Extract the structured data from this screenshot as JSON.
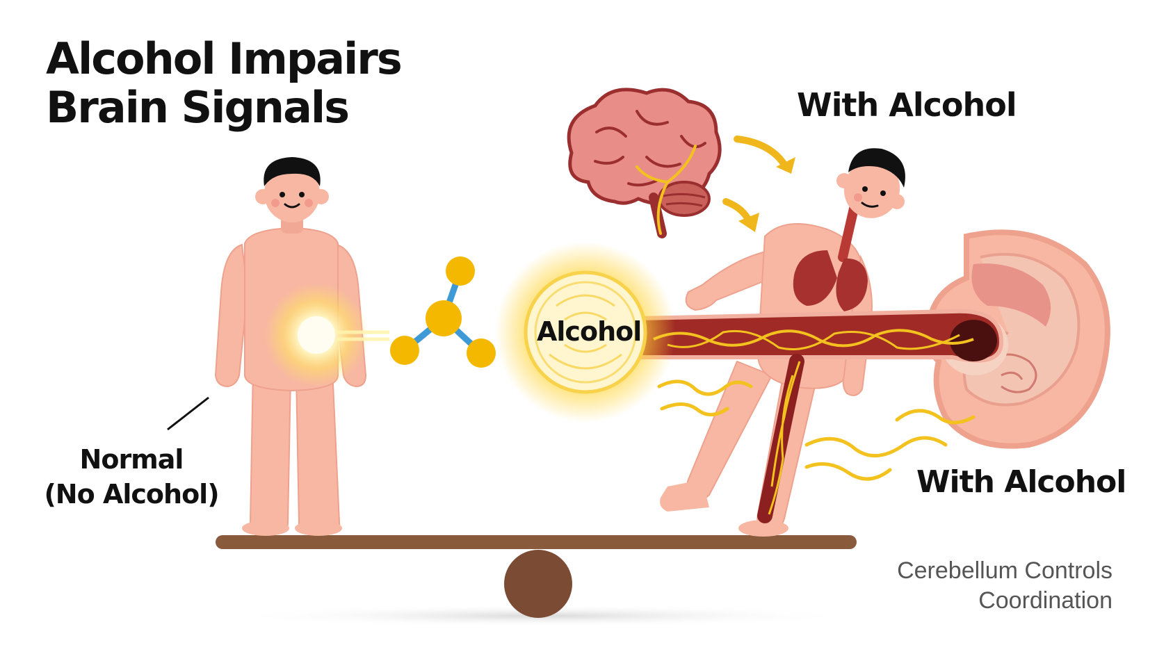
{
  "title": {
    "line1": "Alcohol Impairs",
    "line2": "Brain Signals"
  },
  "labels": {
    "normal_line1": "Normal",
    "normal_line2": "(No Alcohol)",
    "alcohol": "Alcohol",
    "with_alcohol_top": "With Alcohol",
    "with_alcohol_bottom": "With Alcohol",
    "caption_line1": "Cerebellum Controls",
    "caption_line2": "Coordination"
  },
  "colors": {
    "skin": "#f7b7a3",
    "skin_outline": "#eea18c",
    "hair": "#111111",
    "glow": "#f5c518",
    "molecule_atom": "#f5b800",
    "molecule_bond": "#3e9ad6",
    "brain": "#e98d88",
    "brain_outline": "#9b2f2f",
    "nerve": "#f3c21f",
    "blood_vessel": "#8c1f1f",
    "seesaw_plank": "#8a5a3c",
    "seesaw_fulcrum": "#7a4b33"
  },
  "icons": [
    "brain-icon",
    "molecule-icon",
    "arrow-icon",
    "inner-ear-icon",
    "seesaw-icon"
  ]
}
